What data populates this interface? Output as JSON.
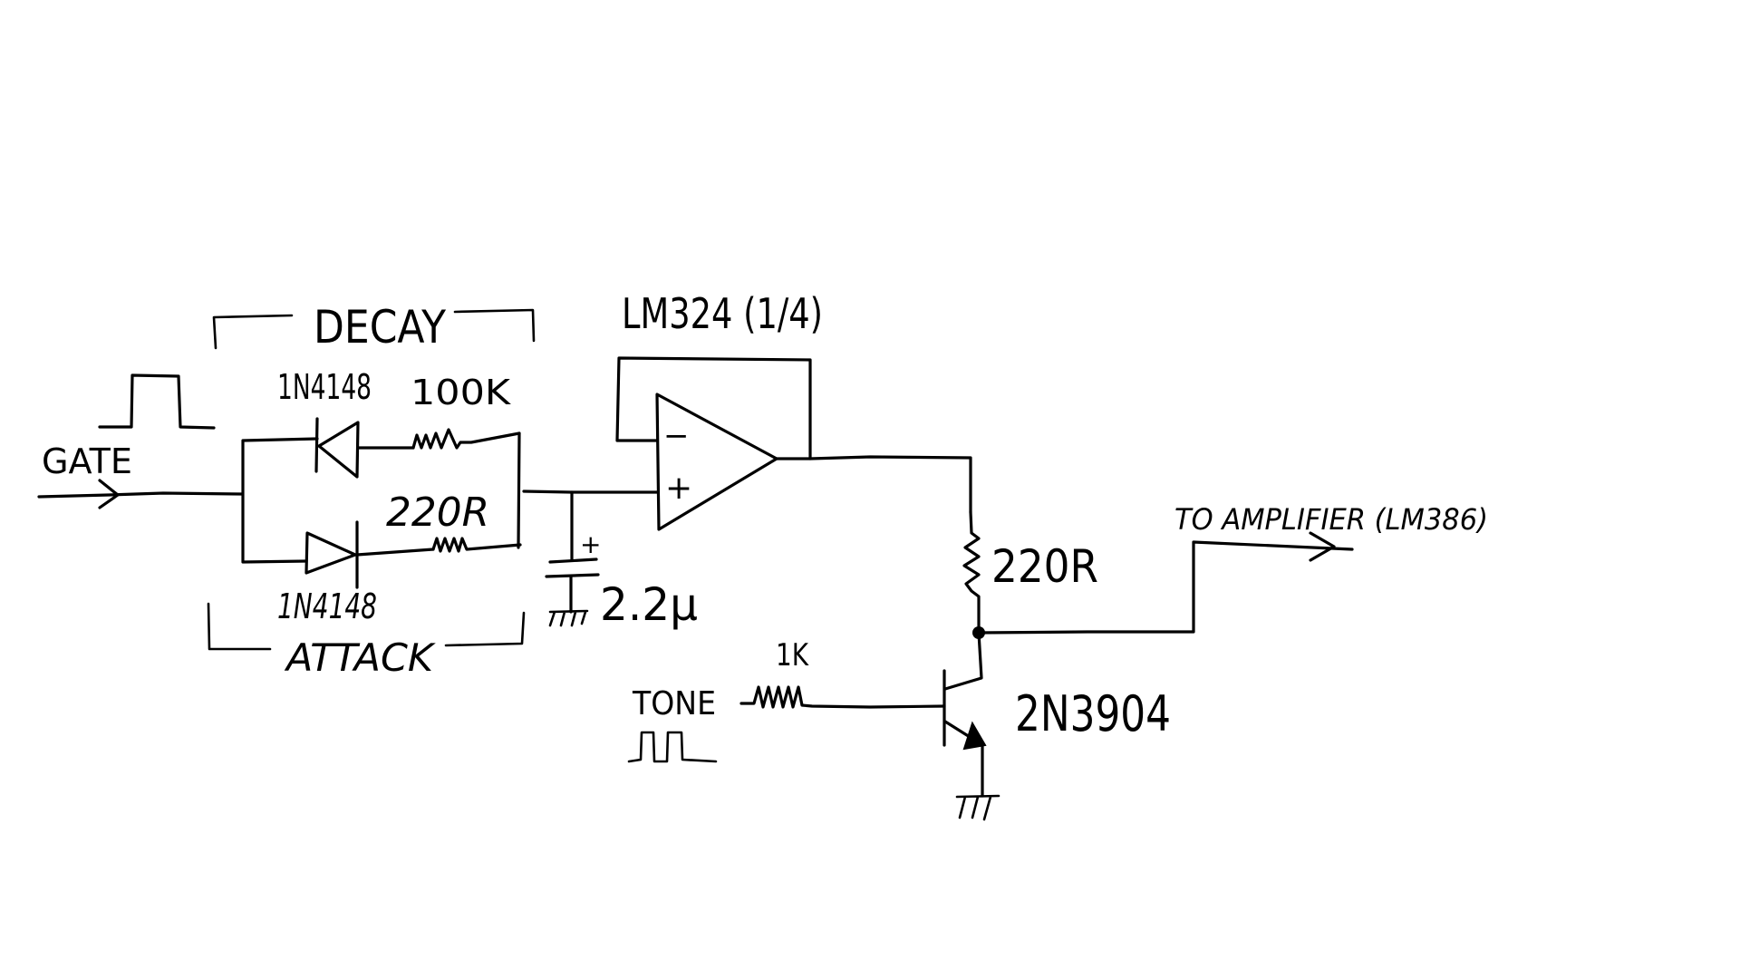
{
  "diagram": {
    "type": "hand-drawn circuit schematic",
    "ink_color": "#000000",
    "background_color": "#ffffff",
    "labels": {
      "gate": "GATE",
      "decay": "DECAY",
      "attack": "ATTACK",
      "diode_top": "1N4148",
      "diode_bottom": "1N4148",
      "resistor_decay": "100K",
      "resistor_attack": "220R",
      "capacitor": "2.2μ",
      "capacitor_polarity": "+",
      "opamp": "LM324 (1/4)",
      "opamp_inverting": "−",
      "opamp_noninverting": "+",
      "resistor_collector": "220R",
      "resistor_base": "1K",
      "tone": "TONE",
      "transistor": "2N3904",
      "output": "TO AMPLIFIER (LM386)"
    },
    "components": [
      {
        "id": "D1",
        "kind": "diode",
        "part": "1N4148",
        "role": "decay path"
      },
      {
        "id": "R1",
        "kind": "resistor",
        "value": "100K",
        "role": "decay path"
      },
      {
        "id": "D2",
        "kind": "diode",
        "part": "1N4148",
        "role": "attack path"
      },
      {
        "id": "R2",
        "kind": "resistor",
        "value": "220R",
        "role": "attack path"
      },
      {
        "id": "C1",
        "kind": "electrolytic capacitor",
        "value": "2.2μ"
      },
      {
        "id": "U1",
        "kind": "op-amp buffer",
        "part": "LM324 (1/4)"
      },
      {
        "id": "R3",
        "kind": "resistor",
        "value": "220R"
      },
      {
        "id": "R4",
        "kind": "resistor",
        "value": "1K"
      },
      {
        "id": "Q1",
        "kind": "NPN transistor",
        "part": "2N3904"
      }
    ],
    "signals": {
      "input": "GATE",
      "modulation": "TONE",
      "output": "TO AMPLIFIER (LM386)"
    }
  }
}
